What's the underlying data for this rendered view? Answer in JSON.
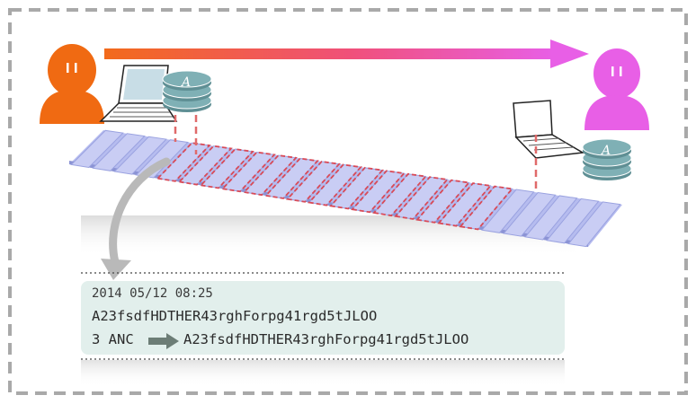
{
  "record": {
    "timestamp": "2014 05/12 08:25",
    "hash": "A23fsdfHDTHER43rghForpg41rgd5tJLOO",
    "transaction_amount": "3 ANC",
    "transaction_hash": "A23fsdfHDTHER43rghForpg41rgd5tJLOO"
  },
  "coin_symbol": "A",
  "colors": {
    "sender": "#f06a12",
    "receiver": "#e85fe6",
    "block": "#c9cdf4",
    "block_highlight": "#d94a57",
    "coin": "#77a8ad",
    "record_bg": "#e2efec",
    "border": "#a9a9a9"
  },
  "icons": [
    "sender-person-icon",
    "receiver-person-icon",
    "laptop-icon",
    "coin-stack-icon",
    "transfer-arrow-icon"
  ]
}
